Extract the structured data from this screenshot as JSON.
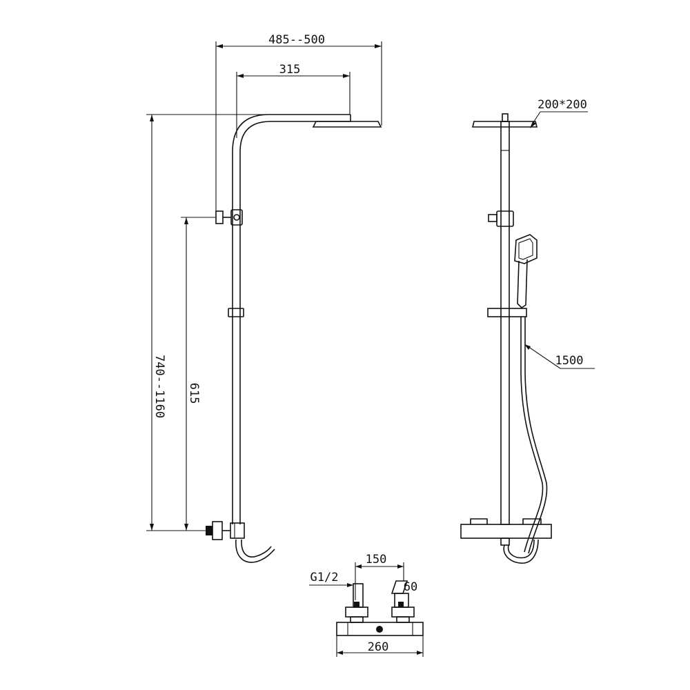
{
  "dimensions": {
    "overall_reach": "485--500",
    "arm_length": "315",
    "height_range": "740--1160",
    "bracket_height": "615",
    "head_size": "200*200",
    "hose_length": "1500",
    "inlet_thread": "G1/2",
    "inlet_centers": "150",
    "eccentric_offset": "60",
    "valve_width": "260"
  }
}
